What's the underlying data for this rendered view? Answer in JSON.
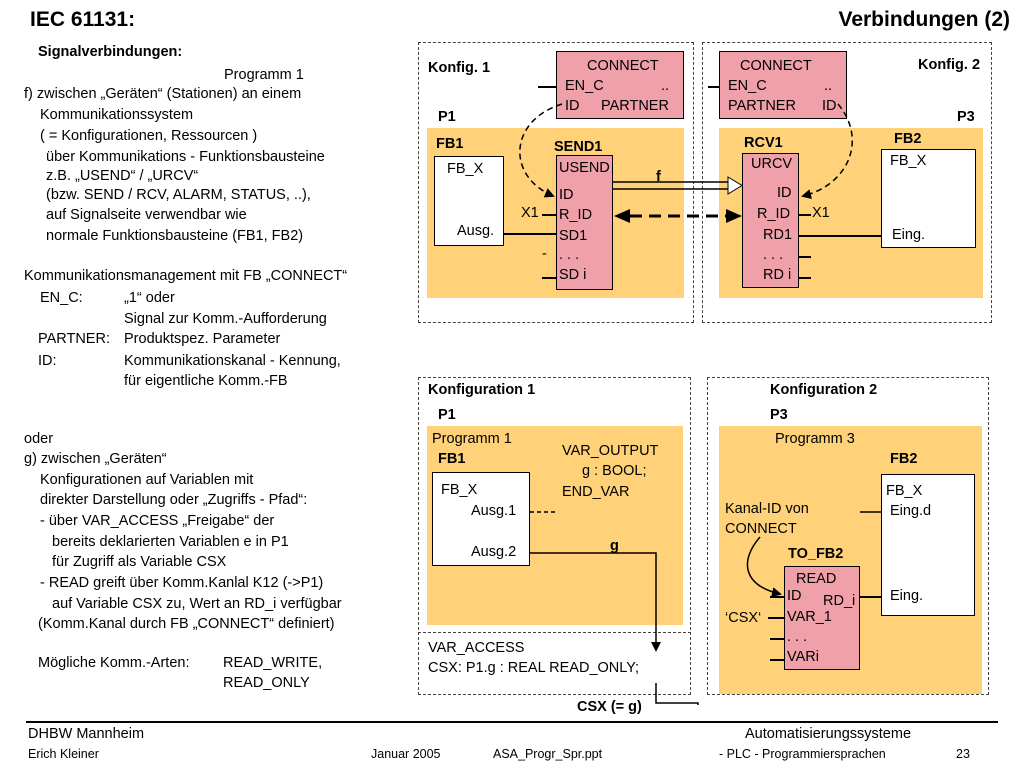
{
  "header": {
    "title_left": "IEC 61131:",
    "title_right": "Verbindungen (2)"
  },
  "left_text": {
    "heading": "Signalverbindungen:",
    "program": "Programm 1",
    "f_lines": [
      "f) zwischen „Geräten“ (Stationen) an einem",
      "Kommunikationssystem",
      "( = Konfigurationen, Ressourcen )",
      "über Kommunikations - Funktionsbausteine",
      "z.B. „USEND“ / „URCV“",
      "(bzw. SEND / RCV, ALARM, STATUS, ..),",
      "auf Signalseite verwendbar wie",
      "normale Funktionsbausteine (FB1, FB2)"
    ],
    "comm_heading": "Kommunikationsmanagement mit FB „CONNECT“",
    "params": [
      {
        "key": "EN_C:",
        "value": "„1“ oder"
      },
      {
        "key": "",
        "value": "Signal zur Komm.-Aufforderung"
      },
      {
        "key": "PARTNER:",
        "value": "Produktspez. Parameter"
      },
      {
        "key": "ID:",
        "value": "Kommunikationskanal - Kennung,"
      },
      {
        "key": "",
        "value": "für eigentliche Komm.-FB"
      }
    ],
    "oder": "oder",
    "g_lines": [
      "g) zwischen „Geräten“",
      "Konfigurationen auf Variablen mit",
      "direkter Darstellung  oder  „Zugriffs - Pfad“:",
      "- über VAR_ACCESS „Freigabe“ der",
      "bereits deklarierten Variablen e in P1",
      "für Zugriff als Variable CSX",
      "- READ greift über  Komm.Kanlal K12 (->P1)",
      "auf Variable CSX zu, Wert an RD_i verfügbar",
      "(Komm.Kanal durch FB „CONNECT“ definiert)"
    ],
    "modes_label": "Mögliche Komm.-Arten:",
    "modes": [
      "READ_WRITE,",
      "READ_ONLY"
    ]
  },
  "top_diagram": {
    "konfig1": "Konfig. 1",
    "konfig2": "Konfig. 2",
    "p1": "P1",
    "p3": "P3",
    "connect1": {
      "title": "CONNECT",
      "l1": "EN_C",
      "l1r": "..",
      "l2": "ID",
      "l2r": "PARTNER"
    },
    "connect2": {
      "title": "CONNECT",
      "l1": "EN_C",
      "l1r": "..",
      "l2": "PARTNER",
      "l2r": "ID"
    },
    "fb1": {
      "label": "FB1",
      "type": "FB_X",
      "pin": "Ausg."
    },
    "send1": {
      "label": "SEND1",
      "type": "USEND",
      "pins": [
        "ID",
        "R_ID",
        "SD1",
        ". . .",
        "SD i"
      ],
      "x1": "X1"
    },
    "rcv1": {
      "label": "RCV1",
      "type": "URCV",
      "pins": [
        "ID",
        "R_ID",
        "RD1",
        ". . .",
        "RD i"
      ],
      "x1": "X1"
    },
    "fb2": {
      "label": "FB2",
      "type": "FB_X",
      "pin": "Eing."
    },
    "f_label": "f"
  },
  "bottom_diagram": {
    "konf1": "Konfiguration 1",
    "konf2": "Konfiguration 2",
    "p1": "P1",
    "p3": "P3",
    "prog1": "Programm 1",
    "prog3": "Programm 3",
    "fb1": {
      "label": "FB1",
      "type": "FB_X",
      "pin1": "Ausg.1",
      "pin2": "Ausg.2"
    },
    "var_output": [
      "VAR_OUTPUT",
      "g : BOOL;",
      "END_VAR"
    ],
    "g_label": "g",
    "var_access": [
      "VAR_ACCESS",
      "CSX: P1.g : REAL  READ_ONLY;"
    ],
    "csx_label": "CSX (= g)",
    "fb2": {
      "label": "FB2",
      "type": "FB_X",
      "pin1": "Eing.d",
      "pin2": "Eing."
    },
    "kanal": [
      "Kanal-ID von",
      "CONNECT"
    ],
    "to_fb2": {
      "label": "TO_FB2",
      "title": "READ",
      "pins": [
        "ID",
        "RD_i",
        "VAR_1",
        ". . .",
        "VARi"
      ]
    },
    "csx_quote": "‘CSX‘"
  },
  "footer": {
    "org": "DHBW  Mannheim",
    "author": "Erich Kleiner",
    "date": "Januar 2005",
    "file": "ASA_Progr_Spr.ppt",
    "course": "Automatisierungssysteme",
    "sub": "- PLC - Programmiersprachen",
    "page": "23"
  }
}
